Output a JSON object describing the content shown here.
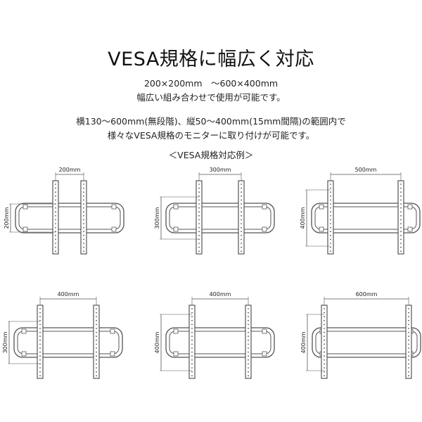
{
  "title": "VESA規格に幅広く対応",
  "subtitle": {
    "range": "200×200mm　～600×400mm",
    "note": "幅広い組み合わせで使用が可能です。"
  },
  "description": {
    "line1": "横130～600mm(無段階)、縦50～400mm(15mm間隔)の範囲内で",
    "line2": "様々なVESA規格のモニターに取り付けが可能です。"
  },
  "examples_heading": "＜VESA規格対応例＞",
  "examples": [
    {
      "width_mm": 200,
      "height_mm": 200,
      "width_label": "200mm",
      "height_label": "200mm"
    },
    {
      "width_mm": 300,
      "height_mm": 300,
      "width_label": "300mm",
      "height_label": "300mm"
    },
    {
      "width_mm": 500,
      "height_mm": 400,
      "width_label": "500mm",
      "height_label": "400mm"
    },
    {
      "width_mm": 400,
      "height_mm": 300,
      "width_label": "400mm",
      "height_label": "300mm"
    },
    {
      "width_mm": 400,
      "height_mm": 400,
      "width_label": "400mm",
      "height_label": "400mm"
    },
    {
      "width_mm": 600,
      "height_mm": 400,
      "width_label": "600mm",
      "height_label": "400mm"
    }
  ],
  "colors": {
    "line": "#555555",
    "text": "#222222"
  }
}
